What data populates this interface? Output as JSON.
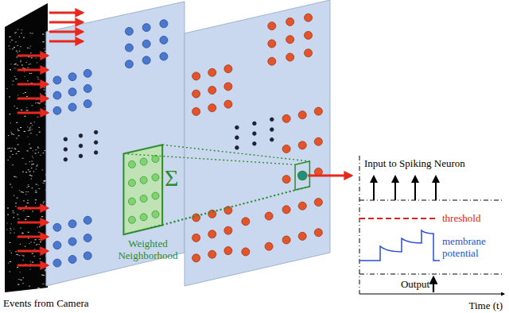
{
  "diagram": {
    "labels": [
      "Events from Camera",
      "Σ",
      "Weighted Neighborhood",
      "Input to Spiking Neuron",
      "threshold",
      "membrane potential",
      "Output",
      "Time (t)"
    ]
  }
}
